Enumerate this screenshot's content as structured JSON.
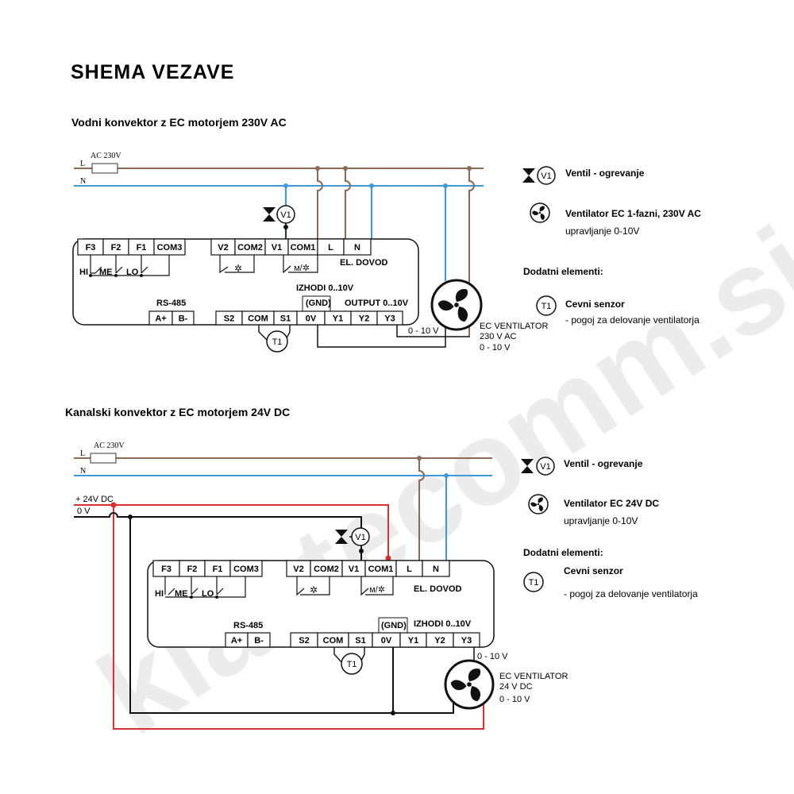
{
  "title": "SHEMA VEZAVE",
  "watermark": "klastecomm.si",
  "colors": {
    "live": "#8b6a55",
    "neutral": "#3d9ad9",
    "plus24": "#d93030",
    "black": "#111111"
  },
  "legend_heading": "Dodatni elementi:",
  "diagram1": {
    "heading": "Vodni konvektor z EC motorjem 230V AC",
    "supply_label": "AC 230V",
    "line_L": "L",
    "line_N": "N",
    "terminals_top": [
      "F3",
      "F2",
      "F1",
      "COM3",
      "V2",
      "COM2",
      "V1",
      "COM1",
      "L",
      "N"
    ],
    "switch_labels": [
      "HI",
      "ME",
      "LO"
    ],
    "el_dovod": "EL. DOVOD",
    "izhodi": "IZHODI 0..10V",
    "rs485": "RS-485",
    "gnd": "(GND)",
    "output": "OUTPUT 0..10V",
    "terminals_bottom": [
      "A+",
      "B-",
      "S2",
      "COM",
      "S1",
      "0V",
      "Y1",
      "Y2",
      "Y3"
    ],
    "valve": "V1",
    "sensor": "T1",
    "signal_label": "0 - 10 V",
    "fan_lines": [
      "EC VENTILATOR",
      "230 V AC",
      "0 - 10 V"
    ],
    "legend": {
      "valve_title": "Ventil - ogrevanje",
      "fan_title": "Ventilator EC 1-fazni, 230V AC",
      "fan_sub": "upravljanje 0-10V",
      "sensor_title": "Cevni senzor",
      "sensor_sub": "- pogoj za delovanje ventilatorja"
    }
  },
  "diagram2": {
    "heading": "Kanalski konvektor z EC motorjem 24V DC",
    "supply_label": "AC 230V",
    "line_L": "L",
    "line_N": "N",
    "dc_plus": "+ 24V DC",
    "dc_zero": "0 V",
    "terminals_top": [
      "F3",
      "F2",
      "F1",
      "COM3",
      "V2",
      "COM2",
      "V1",
      "COM1",
      "L",
      "N"
    ],
    "switch_labels": [
      "HI",
      "ME",
      "LO"
    ],
    "el_dovod": "EL. DOVOD",
    "izhodi": "IZHODI 0..10V",
    "rs485": "RS-485",
    "gnd": "(GND)",
    "terminals_bottom": [
      "A+",
      "B-",
      "S2",
      "COM",
      "S1",
      "0V",
      "Y1",
      "Y2",
      "Y3"
    ],
    "valve": "V1",
    "sensor": "T1",
    "signal_label": "0 - 10 V",
    "fan_lines": [
      "EC VENTILATOR",
      "24 V DC",
      "0 - 10 V"
    ],
    "legend": {
      "valve_title": "Ventil - ogrevanje",
      "fan_title": "Ventilator EC 24V DC",
      "fan_sub": "upravljanje 0-10V",
      "sensor_title": "Cevni senzor",
      "sensor_sub": "- pogoj za delovanje ventilatorja"
    }
  }
}
